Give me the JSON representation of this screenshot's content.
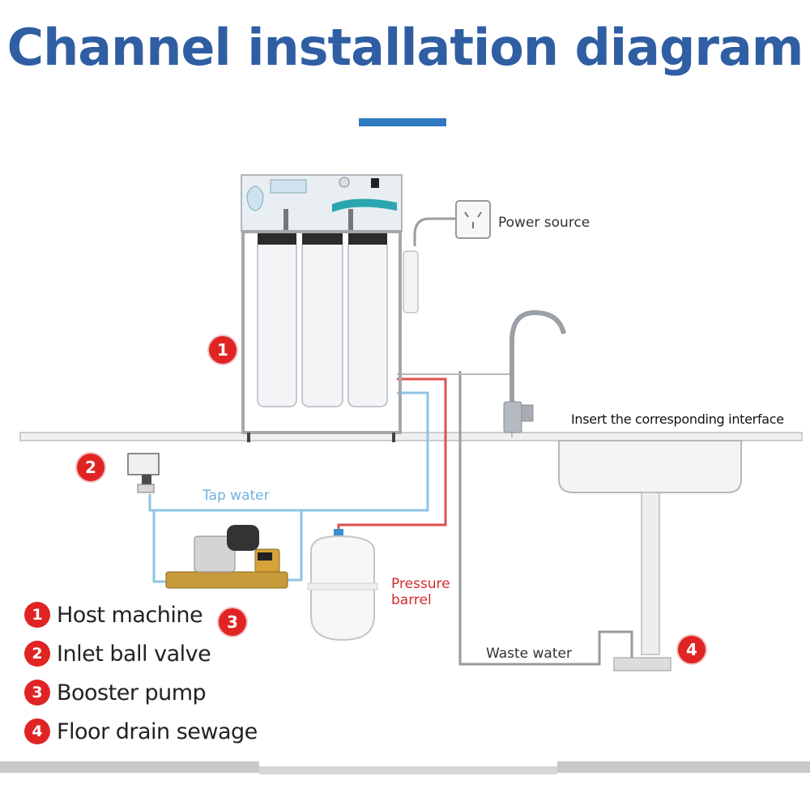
{
  "header": {
    "title": "Channel installation diagram"
  },
  "labels": {
    "power_source": "Power source",
    "insert_interface": "Insert the corresponding interface",
    "tap_water": "Tap water",
    "pressure_barrel_line1": "Pressure",
    "pressure_barrel_line2": "barrel",
    "waste_water": "Waste water"
  },
  "badges": {
    "host": "1",
    "valve": "2",
    "pump": "3",
    "drain": "4"
  },
  "legend": [
    {
      "num": "1",
      "text": "Host machine"
    },
    {
      "num": "2",
      "text": "Inlet ball valve"
    },
    {
      "num": "3",
      "text": "Booster pump"
    },
    {
      "num": "4",
      "text": "Floor drain sewage"
    }
  ],
  "colors": {
    "title": "#2f5ea3",
    "accent_bar": "#2f79c0",
    "badge": "#e02424",
    "tap_water_line": "#8fc3e6",
    "pure_water_line": "#e05050",
    "tap_water_text": "#6fb2de",
    "pressure_text": "#d62a2a"
  },
  "icons": [
    "power-socket-icon",
    "faucet-icon",
    "sink-icon",
    "ro-machine-icon",
    "pressure-tank-icon",
    "booster-pump-icon",
    "ball-valve-icon"
  ]
}
